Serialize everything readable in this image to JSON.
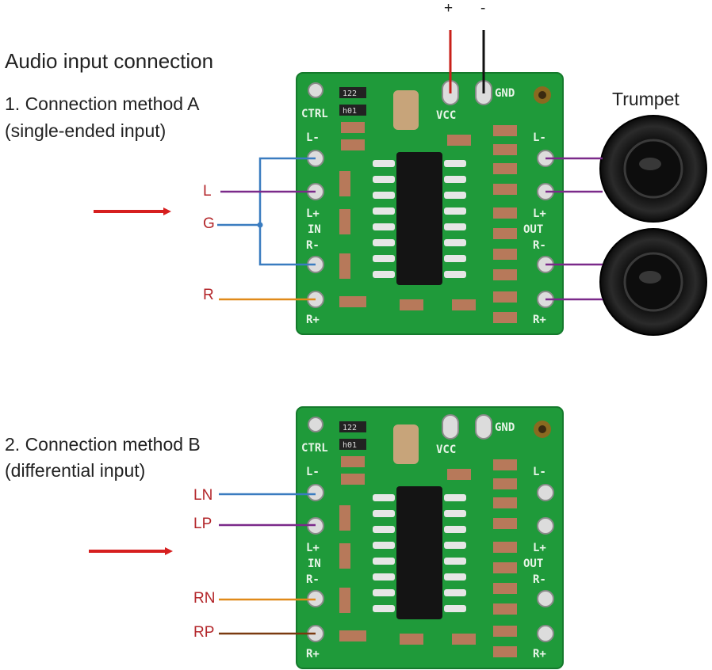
{
  "title": "Audio input connection",
  "method_a": {
    "heading_line1": "1. Connection method A",
    "heading_line2": "(single-ended input)",
    "inputs": [
      "L",
      "G",
      "R"
    ],
    "speaker_label": "Trumpet",
    "power_plus": "+",
    "power_minus": "-"
  },
  "method_b": {
    "heading_line1": "2. Connection method B",
    "heading_line2": "(differential input)",
    "inputs": [
      "LN",
      "LP",
      "RN",
      "RP"
    ]
  },
  "board": {
    "ctrl": "CTRL",
    "vcc": "VCC",
    "gnd": "GND",
    "l_minus": "L-",
    "l_plus": "L+",
    "in": "IN",
    "r_minus": "R-",
    "r_plus": "R+",
    "out": "OUT",
    "res1": "122",
    "res2": "h01"
  },
  "colors": {
    "pcb": "#1f9a3a",
    "arrow": "#d61f1f",
    "wire_blue": "#3a7cc0",
    "wire_purple": "#7b2a8a",
    "wire_orange": "#e08a1a",
    "wire_brown": "#7a3a10",
    "wire_red": "#c8201a",
    "wire_black": "#111111",
    "label_red": "#b3262a"
  }
}
